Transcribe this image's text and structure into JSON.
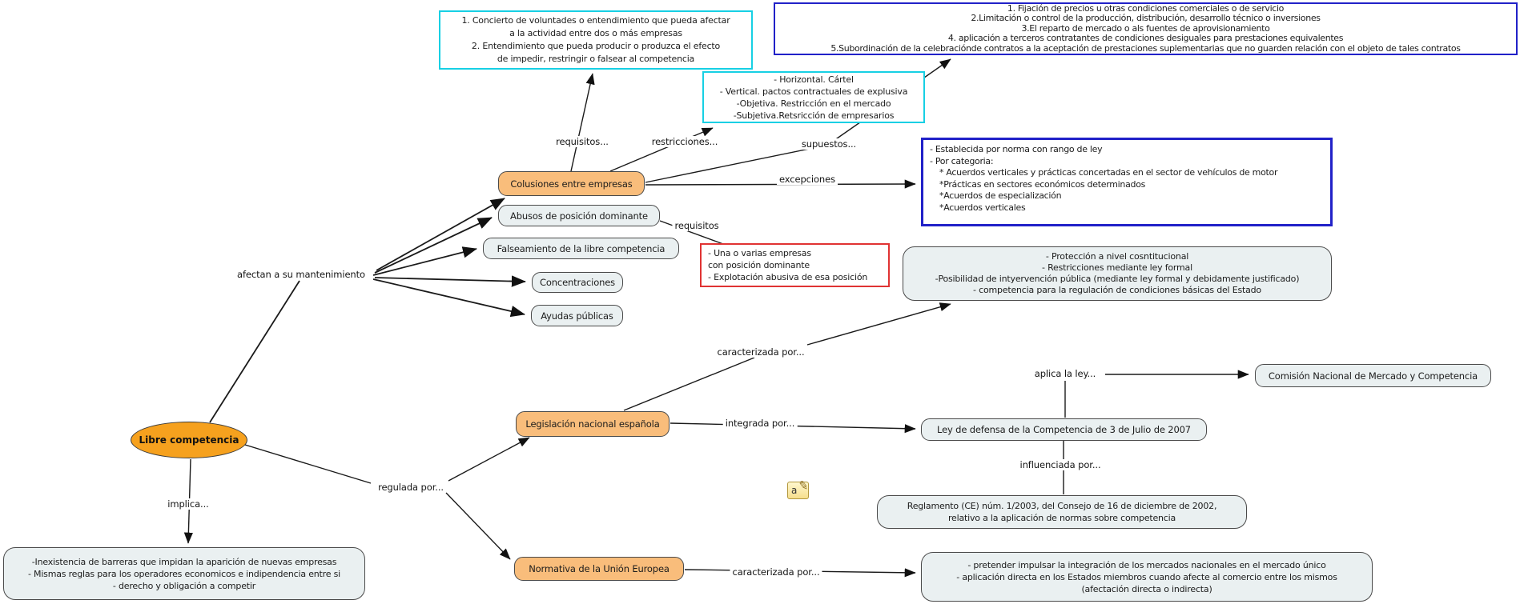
{
  "root": {
    "label": "Libre competencia"
  },
  "nodes": {
    "colusiones": "Colusiones entre empresas",
    "abusos": "Abusos de posición dominante",
    "falseamiento": "Falseamiento de la libre competencia",
    "concentraciones": "Concentraciones",
    "ayudas": "Ayudas públicas",
    "legislacion": "Legislación nacional española",
    "normativa": "Normativa de la Unión Europea",
    "comision": "Comisión Nacional de Mercado y Competencia",
    "ley": "Ley de defensa de la Competencia de 3 de Julio de 2007"
  },
  "boxes": {
    "requisitos_colusiones": {
      "lines": [
        "1. Concierto de voluntades o entendimiento que pueda afectar",
        "a la actividad entre dos o más empresas",
        "2. Entendimiento que pueda producir o produzca el efecto",
        "de impedir, restringir o falsear al competencia"
      ]
    },
    "supuestos_colusiones": {
      "lines": [
        "1. Fijación de precios u otras condiciones comerciales o de servicio",
        "2.Limitación o control de la producción, distribución, desarrollo técnico o inversiones",
        "3.El reparto de mercado o als fuentes de aprovisionamiento",
        "4. aplicación a terceros contratantes de condiciones desiguales para prestaciones equivalentes",
        "5.Subordinación de la celebraciónde  contratos a la aceptación de prestaciones suplementarias que no guarden relación con el objeto de tales contratos"
      ]
    },
    "restricciones_colusiones": {
      "lines": [
        "- Horizontal. Cártel",
        "- Vertical. pactos contractuales de explusiva",
        "-Objetiva. Restricción en el mercado",
        "-Subjetiva.Retsricción de empresarios"
      ]
    },
    "excepciones_colusiones": {
      "lines": [
        "- Establecida por norma con rango de ley",
        "- Por categoria:",
        "* Acuerdos verticales y prácticas concertadas en el sector de vehículos de motor",
        "*Prácticas en sectores económicos determinados",
        "*Acuerdos de especialización",
        "*Acuerdos verticales"
      ]
    },
    "requisitos_abusos": {
      "lines": [
        "- Una o varias empresas",
        "con posición dominante",
        "- Explotación abusiva de esa posición"
      ]
    },
    "caracteristicas_legislacion": {
      "lines": [
        "- Protección a nivel cosntitucional",
        "- Restricciones mediante ley formal",
        "-Posibilidad de intyervención pública (mediante ley formal y debidamente justificado)",
        "- competencia para la regulación de condiciones básicas del Estado"
      ]
    },
    "reglamento": {
      "lines": [
        "Reglamento (CE) núm. 1/2003, del Consejo de 16 de diciembre de 2002,",
        "relativo a la aplicación de normas sobre competencia"
      ]
    },
    "implicaciones": {
      "lines": [
        "-Inexistencia de barreras que impidan la aparición de nuevas empresas",
        "- Mismas reglas para los operadores economicos e indipendencia entre si",
        "- derecho y obligación a competir"
      ]
    },
    "caracteristicas_normativa": {
      "lines": [
        "- pretender impulsar la integración de los mercados nacionales en el mercado único",
        "- aplicación directa en los Estados miembros cuando afecte al comercio entre los mismos",
        "(afectación directa o indirecta)"
      ]
    }
  },
  "edge_labels": {
    "requisitos_dots": "requisitos...",
    "restricciones_dots": "restricciones...",
    "supuestos_dots": "supuestos...",
    "excepciones": "excepciones",
    "requisitos": "requisitos",
    "afectan": "afectan a su mantenimiento",
    "caracterizada_nacional": "caracterizada por...",
    "integrada": "integrada por...",
    "aplica": "aplica la ley...",
    "influenciada": "influenciada por...",
    "regulada": "regulada por...",
    "implica": "implica...",
    "caracterizada_ue": "caracterizada por..."
  },
  "icon": {
    "letter": "a",
    "pencil_glyph": "✎"
  },
  "colors": {
    "orange_node": "#F9BD7B",
    "orange_root": "#F6A11E",
    "gray_node": "#EAF0F1",
    "cyan_border": "#17D0E4",
    "blue_border": "#2121C8",
    "red_border": "#E03333",
    "line": "#1a1a1a"
  }
}
